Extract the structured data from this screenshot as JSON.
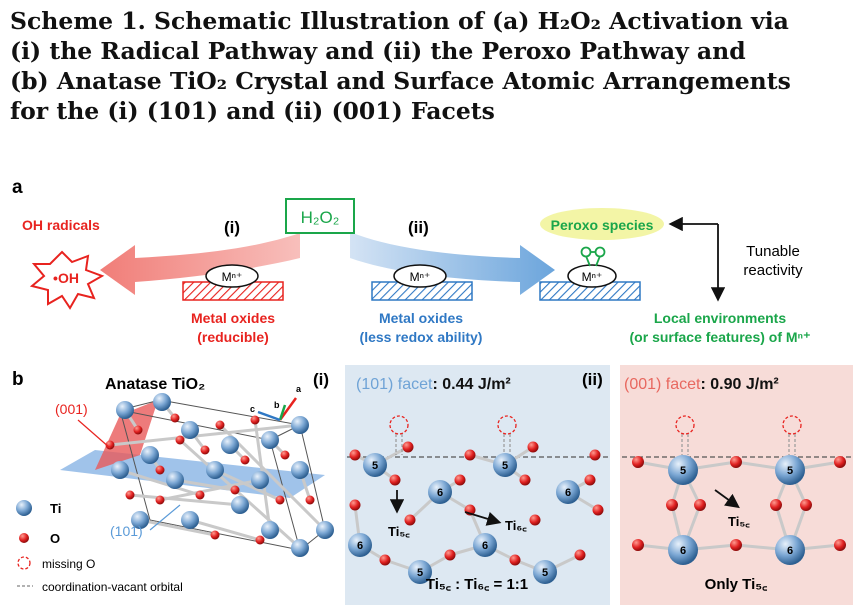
{
  "caption": {
    "line1": "Scheme 1. Schematic Illustration of (a) H₂O₂ Activation via",
    "line2": "(i) the Radical Pathway and (ii) the Peroxo Pathway and",
    "line3": "(b) Anatase TiO₂ Crystal and Surface Atomic Arrangements",
    "line4": "for the (i) (101) and (ii) (001) Facets"
  },
  "panel_a": {
    "label": "a",
    "h2o2": "H₂O₂",
    "oh_radicals": "OH radicals",
    "oh": "•OH",
    "path_i": "(i)",
    "path_ii": "(ii)",
    "metal": "Mⁿ⁺",
    "oxides_i": "Metal oxides",
    "oxides_i_sub": "(reducible)",
    "oxides_ii": "Metal oxides",
    "oxides_ii_sub": "(less redox ability)",
    "peroxo": "Peroxo species",
    "tunable1": "Tunable",
    "tunable2": "reactivity",
    "local1": "Local environments",
    "local2": "(or surface features) of Mⁿ⁺"
  },
  "panel_b": {
    "label": "b",
    "title": "Anatase TiO₂",
    "facet001": "(001)",
    "facet101": "(101)",
    "axis_a": "a",
    "axis_b": "b",
    "axis_c": "c",
    "legend": {
      "ti": "Ti",
      "o": "O",
      "missing": "missing O",
      "orbital": "coordination-vacant orbital"
    },
    "i_label": "(i)",
    "i_facet": "(101) facet",
    "i_energy": ": 0.44 J/m²",
    "ti5c": "Ti₅꜀",
    "ti6c": "Ti₆꜀",
    "ratio": "Ti₅꜀ : Ti₆꜀ = 1:1",
    "ii_label": "(ii)",
    "ii_facet": "(001) facet",
    "ii_energy": ": 0.90 J/m²",
    "ti5c_ii": "Ti₅꜀",
    "only": "Only Ti₅꜀",
    "five": "5",
    "six": "6"
  },
  "colors": {
    "red": "#e8231f",
    "blue": "#2f78c4",
    "green": "#1aa64a",
    "ti": "#7aa6d3",
    "o": "#e02020"
  }
}
